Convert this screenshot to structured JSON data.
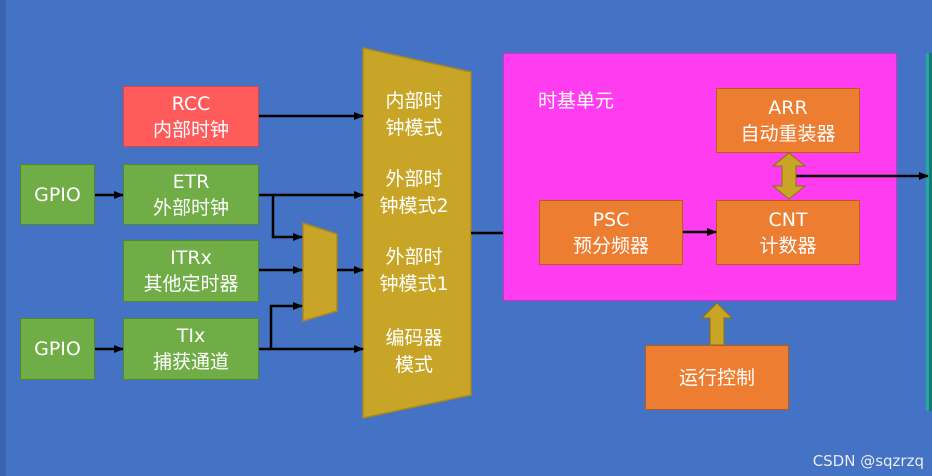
{
  "diagram": {
    "gpio_top": "GPIO",
    "gpio_bottom": "GPIO",
    "rcc": {
      "line1": "RCC",
      "line2": "内部时钟"
    },
    "etr": {
      "line1": "ETR",
      "line2": "外部时钟"
    },
    "itrx": {
      "line1": "ITRx",
      "line2": "其他定时器"
    },
    "tix": {
      "line1": "TIx",
      "line2": "捕获通道"
    },
    "mux_modes": {
      "internal": {
        "line1": "内部时",
        "line2": "钟模式"
      },
      "external2": {
        "line1": "外部时",
        "line2": "钟模式2"
      },
      "external1": {
        "line1": "外部时",
        "line2": "钟模式1"
      },
      "encoder": {
        "line1": "编码器",
        "line2": "模式"
      }
    },
    "timebase_title": "时基单元",
    "arr": {
      "line1": "ARR",
      "line2": "自动重装器"
    },
    "psc": {
      "line1": "PSC",
      "line2": "预分频器"
    },
    "cnt": {
      "line1": "CNT",
      "line2": "计数器"
    },
    "run_control": "运行控制",
    "watermark": "CSDN @sqzrzq"
  },
  "colors": {
    "background": "#4472c4",
    "green_box": "#70ad47",
    "red_box": "#ff5b5b",
    "orange_box": "#ed7d31",
    "mux": "#c9a527",
    "timebase": "#ff3cf0",
    "arrow": "#000000"
  }
}
